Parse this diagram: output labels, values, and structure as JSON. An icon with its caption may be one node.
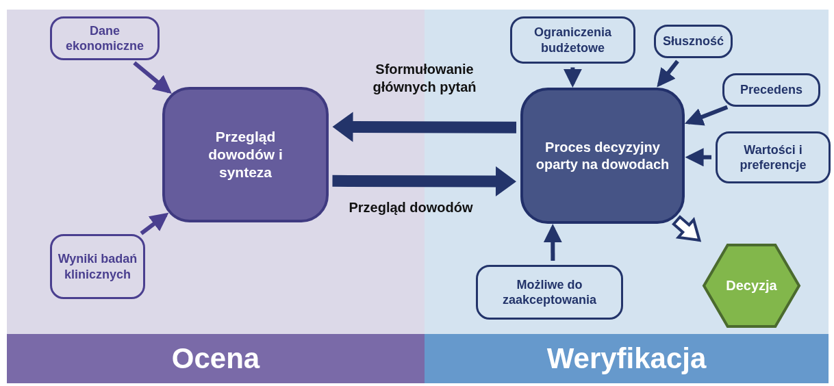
{
  "diagram": {
    "nodes": [
      {
        "text": [
          "Dane ekonomiczne"
        ]
      },
      {
        "text": [
          "Przegląd dowodów i synteza"
        ]
      },
      {
        "text": [
          "Wyniki badań klinicznych"
        ]
      },
      {
        "text": [
          "Ograniczenia budżetowe"
        ]
      },
      {
        "text": [
          "Słuszność"
        ]
      },
      {
        "text": [
          "Precedens"
        ]
      },
      {
        "text": [
          "Proces decyzyjny oparty na dowodach"
        ]
      },
      {
        "text": [
          "Wartości i preferencje"
        ]
      },
      {
        "text": [
          "Możliwe do zaakceptowania"
        ]
      },
      {
        "text": [
          "Decyzja"
        ]
      },
      {
        "text": [
          "Ocena"
        ]
      },
      {
        "text": [
          "Weryfikacja"
        ]
      }
    ],
    "edges": [
      {
        "from": 0,
        "to": 1,
        "arrow": "to"
      },
      {
        "from": 2,
        "to": 1,
        "arrow": "to"
      },
      {
        "from": 6,
        "to": 1,
        "arrow": "to",
        "label": "Sformułowanie głównych pytań",
        "style": "thick"
      },
      {
        "from": 1,
        "to": 6,
        "arrow": "to",
        "label": "Przegląd dowodów",
        "style": "thick"
      },
      {
        "from": 3,
        "to": 6,
        "arrow": "to"
      },
      {
        "from": 4,
        "to": 6,
        "arrow": "to"
      },
      {
        "from": 5,
        "to": 6,
        "arrow": "to"
      },
      {
        "from": 7,
        "to": 6,
        "arrow": "to"
      },
      {
        "from": 8,
        "to": 6,
        "arrow": "to"
      },
      {
        "from": 6,
        "to": 9,
        "arrow": "to",
        "style": "thick",
        "color": "#ffffff"
      }
    ]
  }
}
